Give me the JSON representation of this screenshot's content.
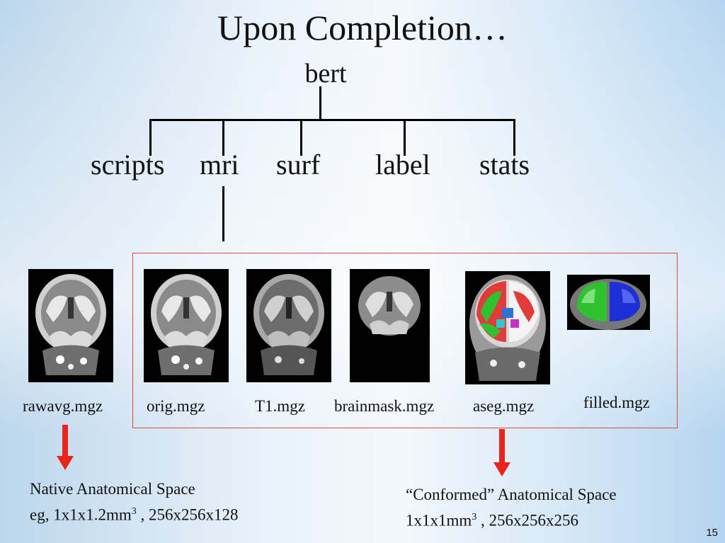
{
  "title": "Upon Completion…",
  "tree": {
    "root": "bert",
    "children": [
      "scripts",
      "mri",
      "surf",
      "label",
      "stats"
    ]
  },
  "files": {
    "rawavg": "rawavg.mgz",
    "orig": "orig.mgz",
    "t1": "T1.mgz",
    "brainmask": "brainmask.mgz",
    "aseg": "aseg.mgz",
    "filled": "filled.mgz"
  },
  "notes": {
    "native": {
      "line1": "Native Anatomical Space",
      "line2_prefix": "eg, 1x1x1.2mm",
      "line2_sup": "3",
      "line2_suffix": " , 256x256x128"
    },
    "conformed": {
      "line1": "“Conformed” Anatomical Space",
      "line2_prefix": "1x1x1mm",
      "line2_sup": "3",
      "line2_suffix": " , 256x256x256"
    }
  },
  "colors": {
    "arrow": "#e8231a",
    "box_border": "#e04848",
    "seg_green": "#2fc12f",
    "seg_blue": "#1f2fd8",
    "seg_red": "#e23b3b"
  },
  "page_number": "15"
}
